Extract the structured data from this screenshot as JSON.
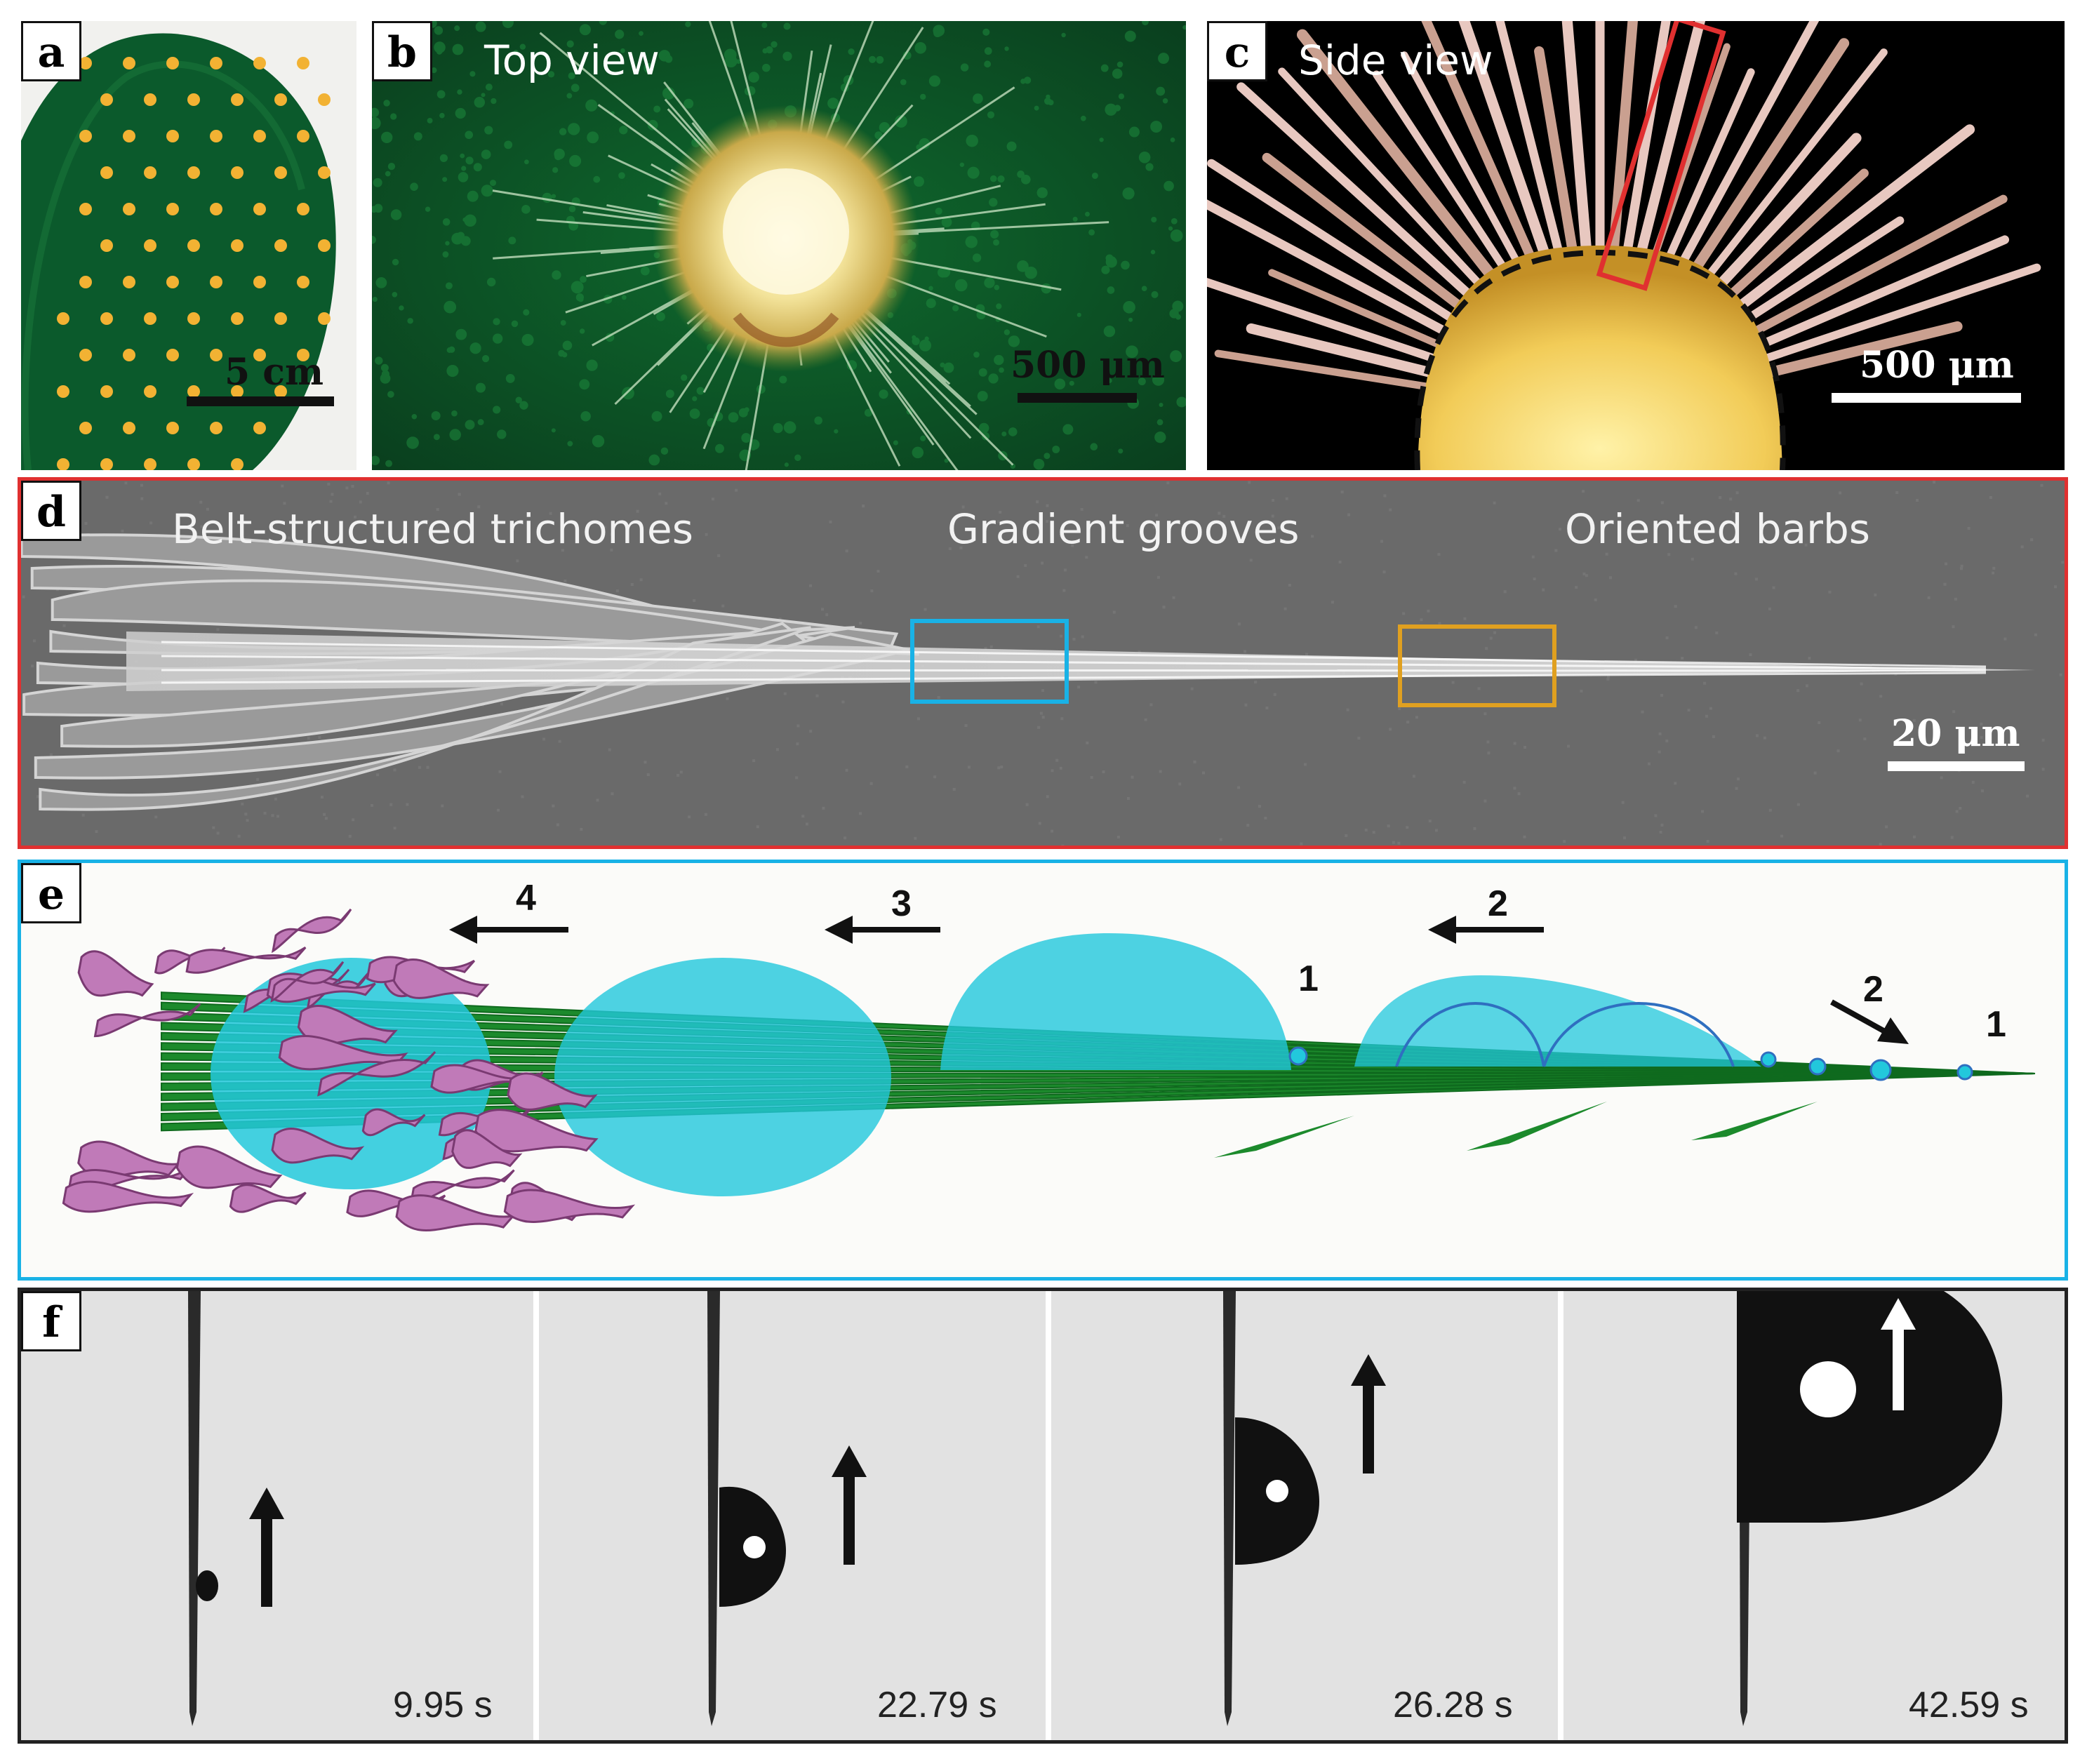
{
  "panels": {
    "a": {
      "label": "a",
      "scale": "5 cm"
    },
    "b": {
      "label": "b",
      "caption": "Top view",
      "scale": "500 μm"
    },
    "c": {
      "label": "c",
      "caption": "Side view",
      "scale": "500 μm"
    },
    "d": {
      "label": "d",
      "regions": [
        "Belt-structured trichomes",
        "Gradient grooves",
        "Oriented barbs"
      ],
      "scale": "20 μm"
    },
    "e": {
      "label": "e",
      "steps": [
        "4",
        "3",
        "2",
        "1",
        "2",
        "1"
      ]
    },
    "f": {
      "label": "f",
      "frames": [
        "9.95 s",
        "22.79 s",
        "26.28 s",
        "42.59 s"
      ]
    }
  },
  "colors": {
    "cactus_green": "#0b5a2c",
    "areole_yellow": "#f2b233",
    "frame_red": "#e03030",
    "frame_cyan": "#19b2e6",
    "frame_orange": "#e0a020",
    "droplet_cyan": "#22c8dc",
    "spine_green": "#1c8a2c",
    "trichome_purple": "#c07ab8"
  }
}
